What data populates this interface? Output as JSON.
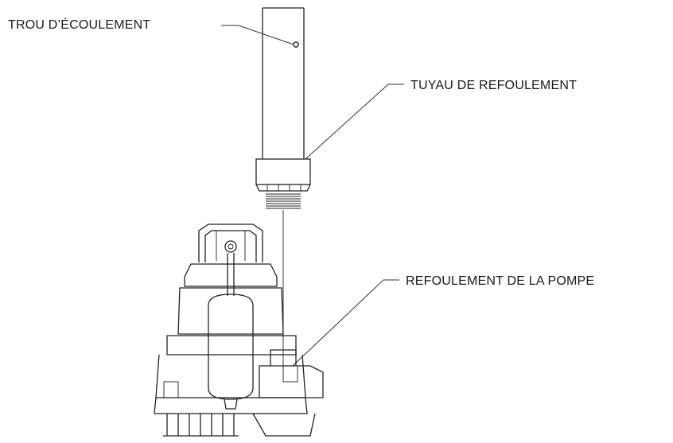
{
  "labels": {
    "drain_hole": "TROU D’ÉCOULEMENT",
    "discharge_pipe": "TUYAU DE REFOULEMENT",
    "pump_discharge": "REFOULEMENT DE LA POMPE"
  },
  "colors": {
    "line": "#222222",
    "background": "#ffffff"
  }
}
